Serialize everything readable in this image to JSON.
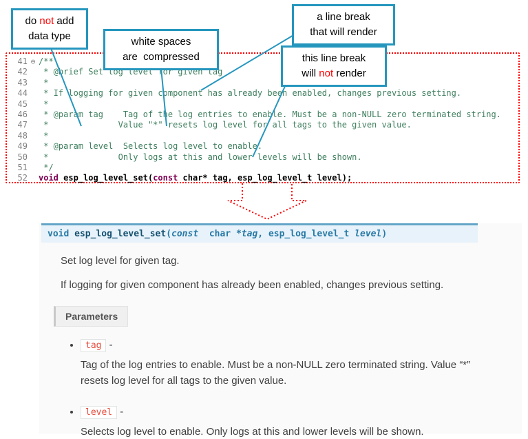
{
  "colors": {
    "accent_teal": "#2596be",
    "annotation_red": "#ff0000",
    "comment_green": "#3f7f5f",
    "keyword_purple": "#7f0055",
    "signature_blue": "#2779a5",
    "signature_bg": "#e7f2fa",
    "signature_border": "#64a5c7",
    "param_code_red": "#e74c3c"
  },
  "callouts": {
    "no_datatype": {
      "a": "do ",
      "not": "not",
      "b": " add",
      "line2": "data type"
    },
    "whitespace": {
      "line1": "white spaces",
      "line2": "are  compressed"
    },
    "break_render": {
      "line1": "a line break",
      "line2": "that will render"
    },
    "break_norender": {
      "line1": "this line break",
      "a": "will ",
      "not": "not",
      "b": " render"
    }
  },
  "code": {
    "lines": [
      {
        "num": "41",
        "fold": "⊖",
        "text": "/**"
      },
      {
        "num": "42",
        "fold": "",
        "text": " * @brief Set log level for given tag"
      },
      {
        "num": "43",
        "fold": "",
        "text": " *"
      },
      {
        "num": "44",
        "fold": "",
        "text": " * If logging for given component has already been enabled, changes previous setting."
      },
      {
        "num": "45",
        "fold": "",
        "text": " *"
      },
      {
        "num": "46",
        "fold": "",
        "text": " * @param tag    Tag of the log entries to enable. Must be a non-NULL zero terminated string."
      },
      {
        "num": "47",
        "fold": "",
        "text": " *              Value \"*\" resets log level for all tags to the given value."
      },
      {
        "num": "48",
        "fold": "",
        "text": " *"
      },
      {
        "num": "49",
        "fold": "",
        "text": " * @param level  Selects log level to enable."
      },
      {
        "num": "50",
        "fold": "",
        "text": " *              Only logs at this and lower levels will be shown."
      },
      {
        "num": "51",
        "fold": "",
        "text": " */"
      }
    ],
    "line52": {
      "num": "52",
      "kw1": "void",
      "mid": " esp_log_level_set(",
      "kw2": "const",
      "rest": " char* tag, esp_log_level_t level);"
    }
  },
  "doc": {
    "signature": {
      "parts": [
        "void ",
        "esp_log_level_set",
        "(",
        "const",
        "  char *",
        "tag",
        ", ",
        "esp_log_level_t ",
        "level",
        ")"
      ]
    },
    "p1": "Set log level for given tag.",
    "p2": "If logging for given component has already been enabled, changes previous setting.",
    "params_label": "Parameters",
    "params": [
      {
        "name": "tag",
        "dash": " -",
        "desc": "Tag of the log entries to enable. Must be a non-NULL zero terminated string. Value “*” resets log level for all tags to the given value."
      },
      {
        "name": "level",
        "dash": " -",
        "desc": "Selects log level to enable. Only logs at this and lower levels will be shown."
      }
    ]
  }
}
